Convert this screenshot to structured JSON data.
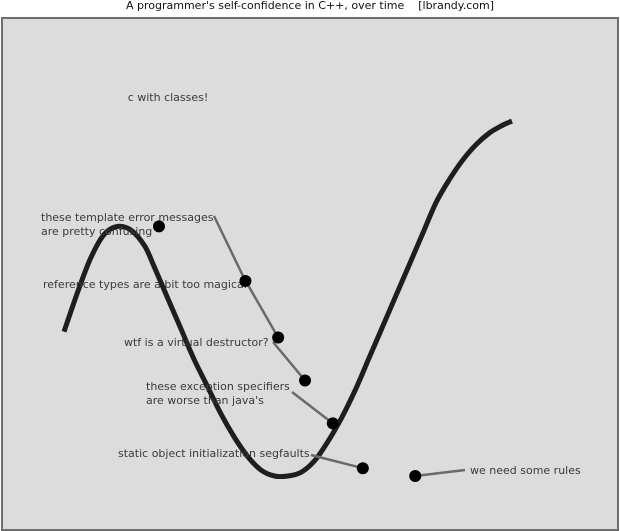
{
  "chart_data": {
    "type": "line",
    "title": "A programmer's self-confidence in C++, over time    [lbrandy.com]",
    "xlabel": "",
    "ylabel": "",
    "grid": false,
    "series": [
      {
        "x": [
          0.0,
          0.03,
          0.06,
          0.09,
          0.12,
          0.15,
          0.18,
          0.2,
          0.23,
          0.26,
          0.29,
          0.32,
          0.35,
          0.38,
          0.41,
          0.44,
          0.47,
          0.5,
          0.53,
          0.56,
          0.59,
          0.62,
          0.65,
          0.68,
          0.71,
          0.74,
          0.77,
          0.8,
          0.83,
          0.86,
          0.89,
          0.92,
          0.95,
          0.98,
          1.0
        ],
        "y": [
          0.37,
          0.47,
          0.56,
          0.62,
          0.64,
          0.63,
          0.59,
          0.54,
          0.46,
          0.38,
          0.3,
          0.23,
          0.16,
          0.1,
          0.05,
          0.015,
          0.0,
          0.0,
          0.01,
          0.04,
          0.09,
          0.15,
          0.22,
          0.3,
          0.38,
          0.46,
          0.54,
          0.62,
          0.7,
          0.76,
          0.81,
          0.85,
          0.88,
          0.9,
          0.91
        ]
      }
    ],
    "points": [
      {
        "x": 0.212,
        "y": 0.64
      },
      {
        "x": 0.405,
        "y": 0.5
      },
      {
        "x": 0.478,
        "y": 0.355
      },
      {
        "x": 0.538,
        "y": 0.245
      },
      {
        "x": 0.6,
        "y": 0.135
      },
      {
        "x": 0.667,
        "y": 0.02
      },
      {
        "x": 0.784,
        "y": 0.0
      }
    ],
    "annotations": [
      {
        "lines": [
          "c with classes!"
        ]
      },
      {
        "lines": [
          "these template error messages",
          "are pretty confusing"
        ]
      },
      {
        "lines": [
          "reference types are a bit too magical"
        ]
      },
      {
        "lines": [
          "wtf is a virtual destructor?"
        ]
      },
      {
        "lines": [
          "these exception specifiers",
          "are worse than java's"
        ]
      },
      {
        "lines": [
          "static object initialization segfaults"
        ]
      },
      {
        "lines": [
          "we need some rules"
        ]
      }
    ],
    "colors": {
      "line": "#1e1e1e",
      "marker": "#000000",
      "leader": "#6a6a6a",
      "background": "#dcdcdc"
    }
  }
}
